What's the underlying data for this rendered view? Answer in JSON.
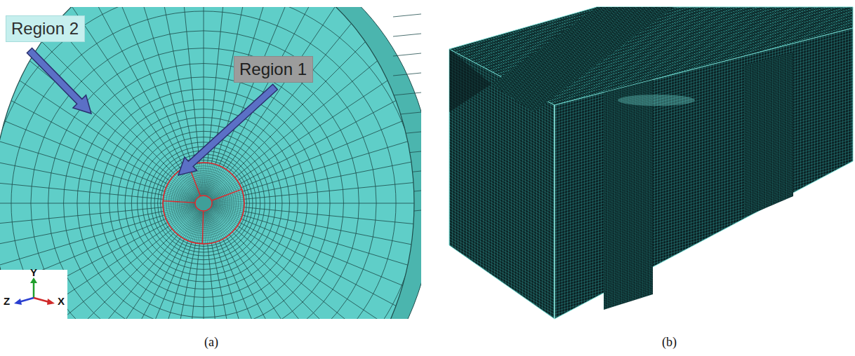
{
  "diagram": {
    "nodes": [
      {
        "text": [
          "Region 2"
        ]
      },
      {
        "text": [
          "Region 1"
        ]
      }
    ],
    "labels": [
      "Y",
      "Z",
      "X",
      "(a)",
      "(b)"
    ]
  }
}
